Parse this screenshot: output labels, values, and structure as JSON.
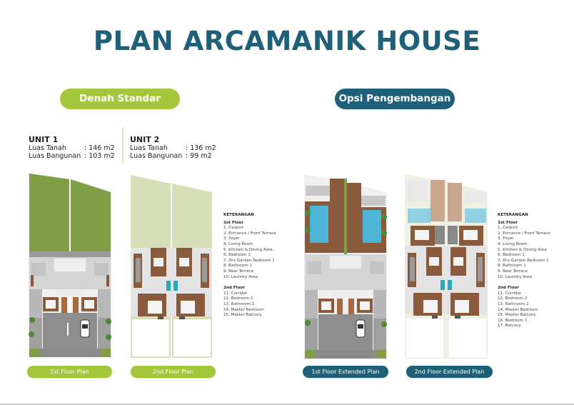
{
  "title": "PLAN ARCAMANIK HOUSE",
  "sections": {
    "standard": {
      "label": "Denah Standar",
      "color": "#a3c63b"
    },
    "extended": {
      "label": "Opsi Pengembangan",
      "color": "#1f6079"
    }
  },
  "units": [
    {
      "name": "UNIT 1",
      "rows": [
        {
          "key": "Luas Tanah",
          "value": ": 146 m2"
        },
        {
          "key": "Luas Bangunan",
          "value": ": 103 m2"
        }
      ]
    },
    {
      "name": "UNIT 2",
      "rows": [
        {
          "key": "Luas Tanah",
          "value": ": 136 m2"
        },
        {
          "key": "Luas Bangunan",
          "value": ": 99 m2"
        }
      ]
    }
  ],
  "legend_standard": {
    "title": "KETERANGAN",
    "floor1_heading": "1st Floor",
    "floor1": [
      "1. Carport",
      "2. Entrance / Front Terrace",
      "3. Foyer",
      "4. Living Room",
      "5. Kitchen & Dining Area",
      "6. Bedroom 1",
      "7. Dry Garden Bedroom 1",
      "8. Bathroom 1",
      "9. Rear Terrace",
      "10. Laundry Area"
    ],
    "floor2_heading": "2nd Floor",
    "floor2": [
      "11. Corridor",
      "12. Bedroom 2",
      "13. Bathroom 2",
      "14. Master Bedroom",
      "15. Master Balcony"
    ]
  },
  "legend_extended": {
    "title": "KETERANGAN",
    "floor1_heading": "1st Floor",
    "floor1": [
      "1. Carport",
      "2. Entrance / Front Terrace",
      "3. Foyer",
      "4. Living Room",
      "5. Kitchen & Dining Area",
      "6. Bedroom 1",
      "7. Dry Garden Bedroom 1",
      "8. Bathroom 1",
      "9. Rear Terrace",
      "10. Laundry Area"
    ],
    "floor2_heading": "2nd Floor",
    "floor2": [
      "11. Corridor",
      "12. Bedroom 2",
      "13. Bathroom 2",
      "14. Master Bedroom",
      "15. Master Balcony",
      "16. Bedroom 3",
      "17. Balcony"
    ]
  },
  "captions": {
    "std_floor1": "1st Floor Plan",
    "std_floor2": "2nd Floor Plan",
    "ext_floor1": "1st Floor Extended Plan",
    "ext_floor2": "2nd Floor Extended Plan"
  },
  "colors": {
    "title": "#1f6079",
    "lawn": "#7f9e46",
    "lawn_light": "#d6dfb8",
    "wood": "#8a5a3c",
    "pool": "#4fb5d6",
    "floor": "#d8d8d8",
    "carport": "#8e8e8e"
  }
}
